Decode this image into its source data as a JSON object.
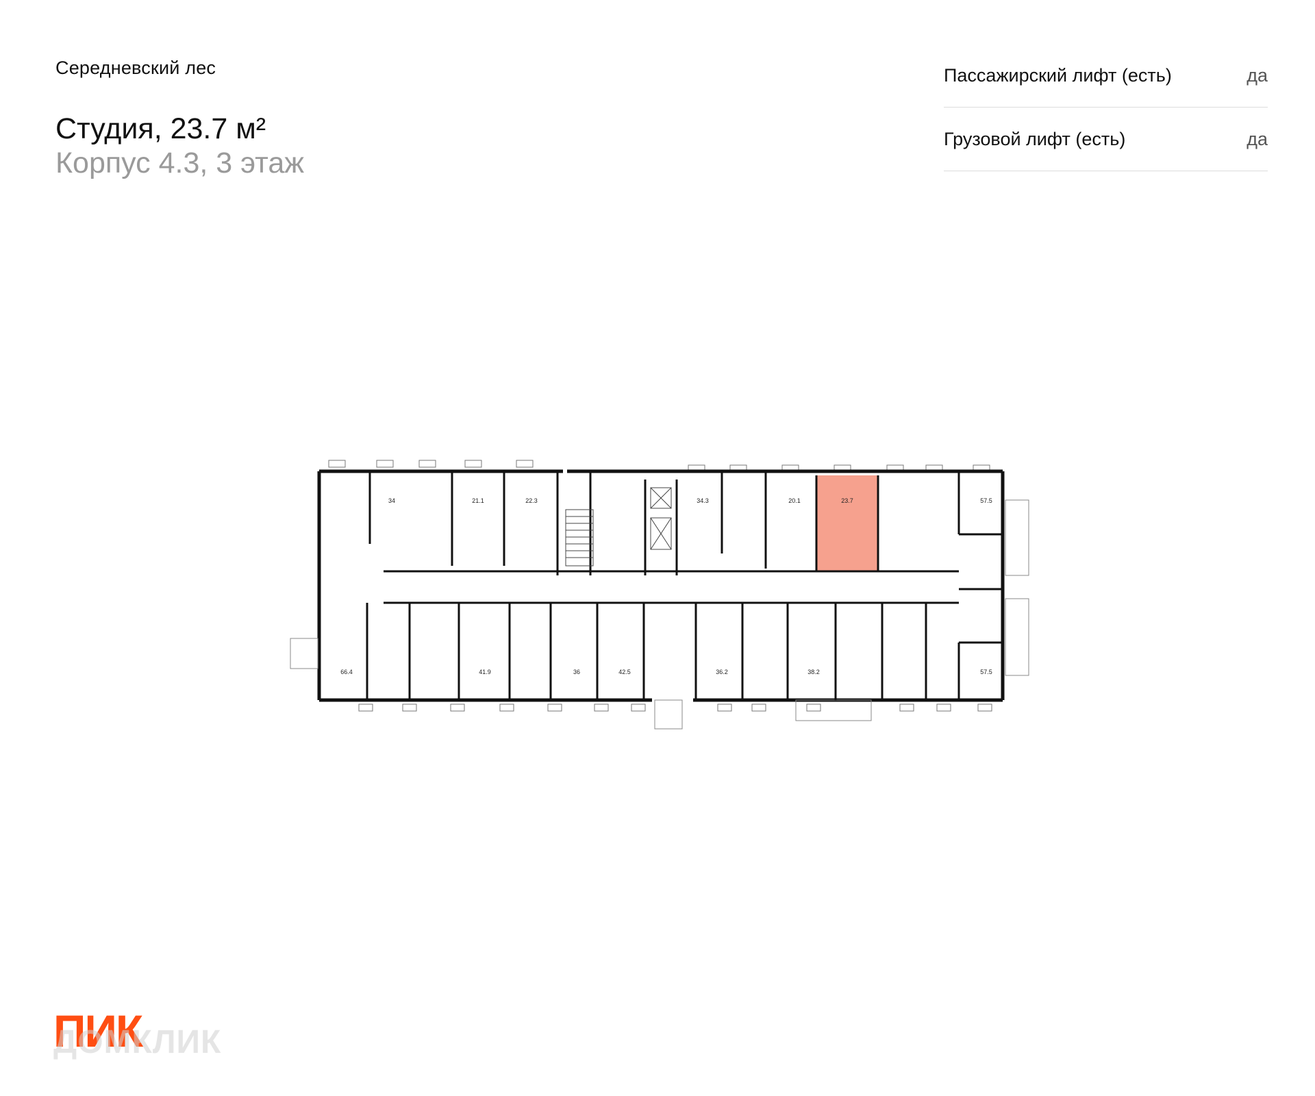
{
  "header": {
    "complex_name": "Середневский лес",
    "unit_title": "Студия, 23.7 м²",
    "unit_subtitle": "Корпус 4.3, 3 этаж"
  },
  "features": [
    {
      "label": "Пассажирский лифт (есть)",
      "value": "да"
    },
    {
      "label": "Грузовой лифт (есть)",
      "value": "да"
    }
  ],
  "floor_plan": {
    "highlight_color": "#f4907a",
    "highlighted_area": "23.7",
    "top_row_areas": [
      "34",
      "21.1",
      "22.3",
      "34.3",
      "20.1",
      "23.7",
      "57.5"
    ],
    "bottom_row_areas": [
      "66.4",
      "41.9",
      "36",
      "42.5",
      "36.2",
      "38.2",
      "57.5"
    ]
  },
  "logo": {
    "main": "ПИК",
    "sub": "ДОМКЛИК",
    "color": "#ff4e12"
  }
}
